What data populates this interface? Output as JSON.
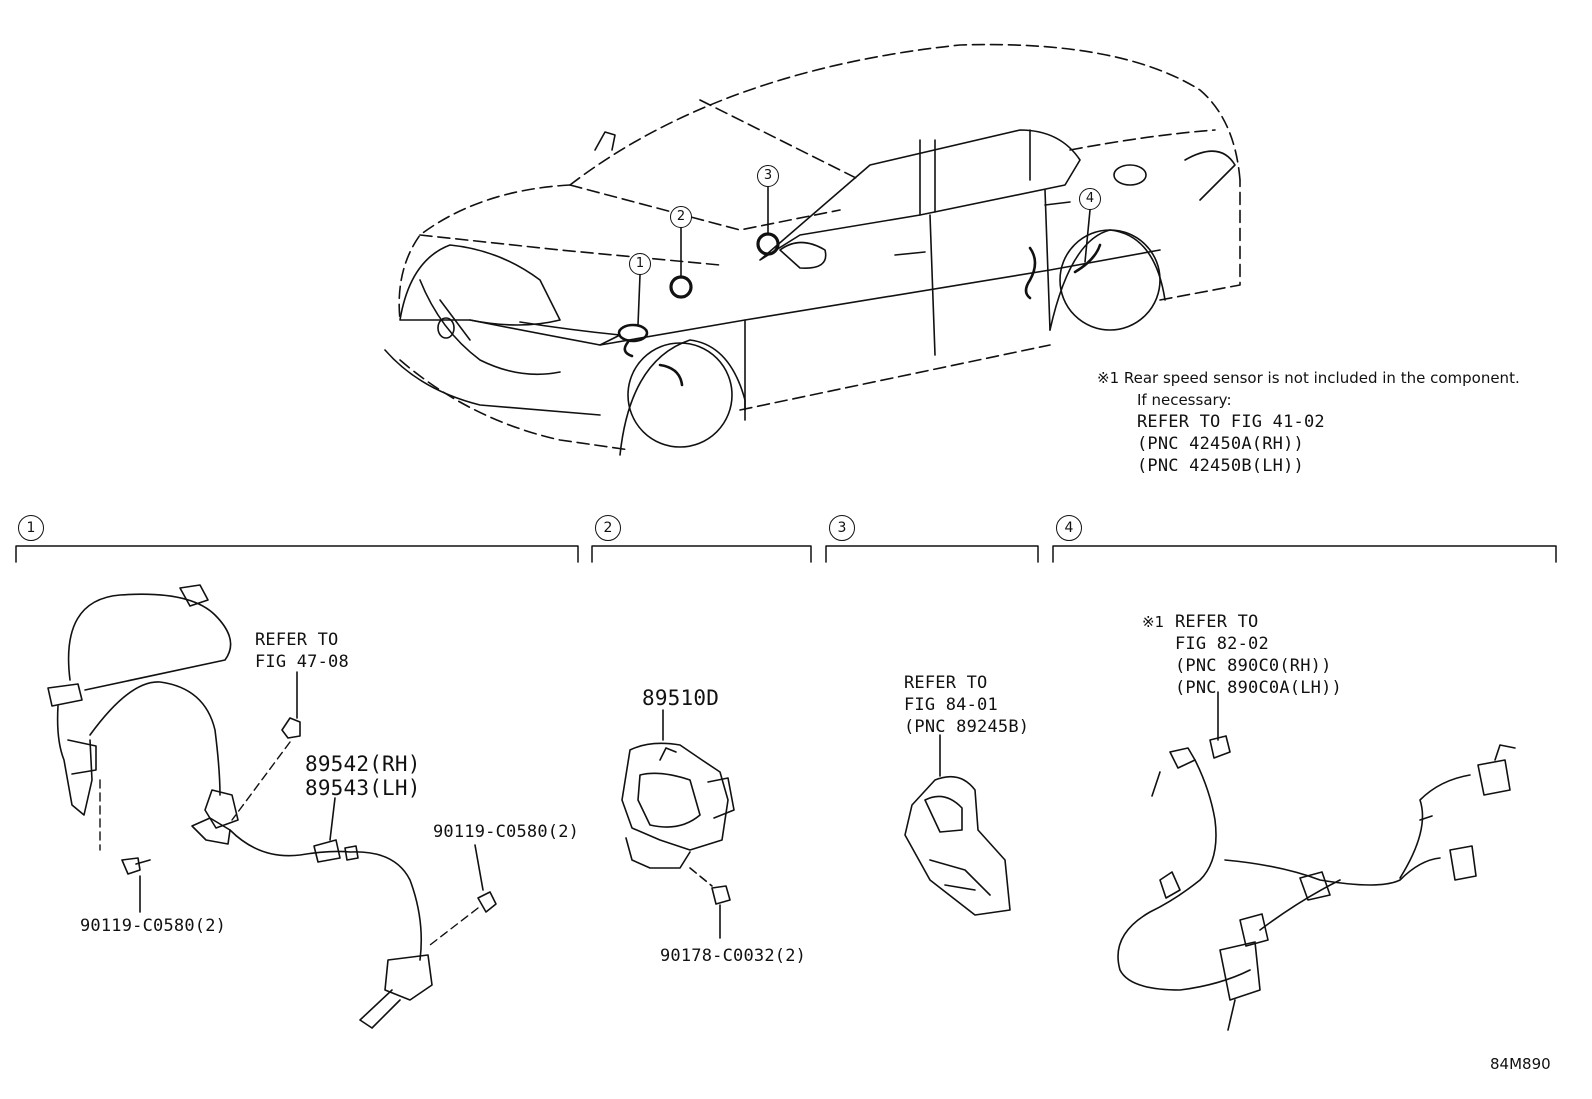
{
  "vehicle_callouts": [
    "1",
    "2",
    "3",
    "4"
  ],
  "sections": [
    {
      "num": "1"
    },
    {
      "num": "2"
    },
    {
      "num": "3"
    },
    {
      "num": "4"
    }
  ],
  "rear_note": {
    "line1": "※1 Rear speed sensor is not included in the component.",
    "line2": "If necessary:",
    "line3": "REFER TO FIG 41-02",
    "line4": "(PNC 42450A(RH))",
    "line5": "(PNC 42450B(LH))"
  },
  "s1": {
    "refer1": "REFER TO",
    "refer2": "FIG 47-08",
    "part_rh": "89542(RH)",
    "part_lh": "89543(LH)",
    "bolt_left": "90119-C0580(2)",
    "bolt_right": "90119-C0580(2)"
  },
  "s2": {
    "part": "89510D",
    "nut": "90178-C0032(2)"
  },
  "s3": {
    "refer1": "REFER TO",
    "refer2": "FIG 84-01",
    "refer3": "(PNC 89245B)"
  },
  "s4": {
    "mark": "※1",
    "refer1": "REFER TO",
    "refer2": "FIG 82-02",
    "refer3": "(PNC 890C0(RH))",
    "refer4": "(PNC 890C0A(LH))"
  },
  "diagram_code": "84M890"
}
